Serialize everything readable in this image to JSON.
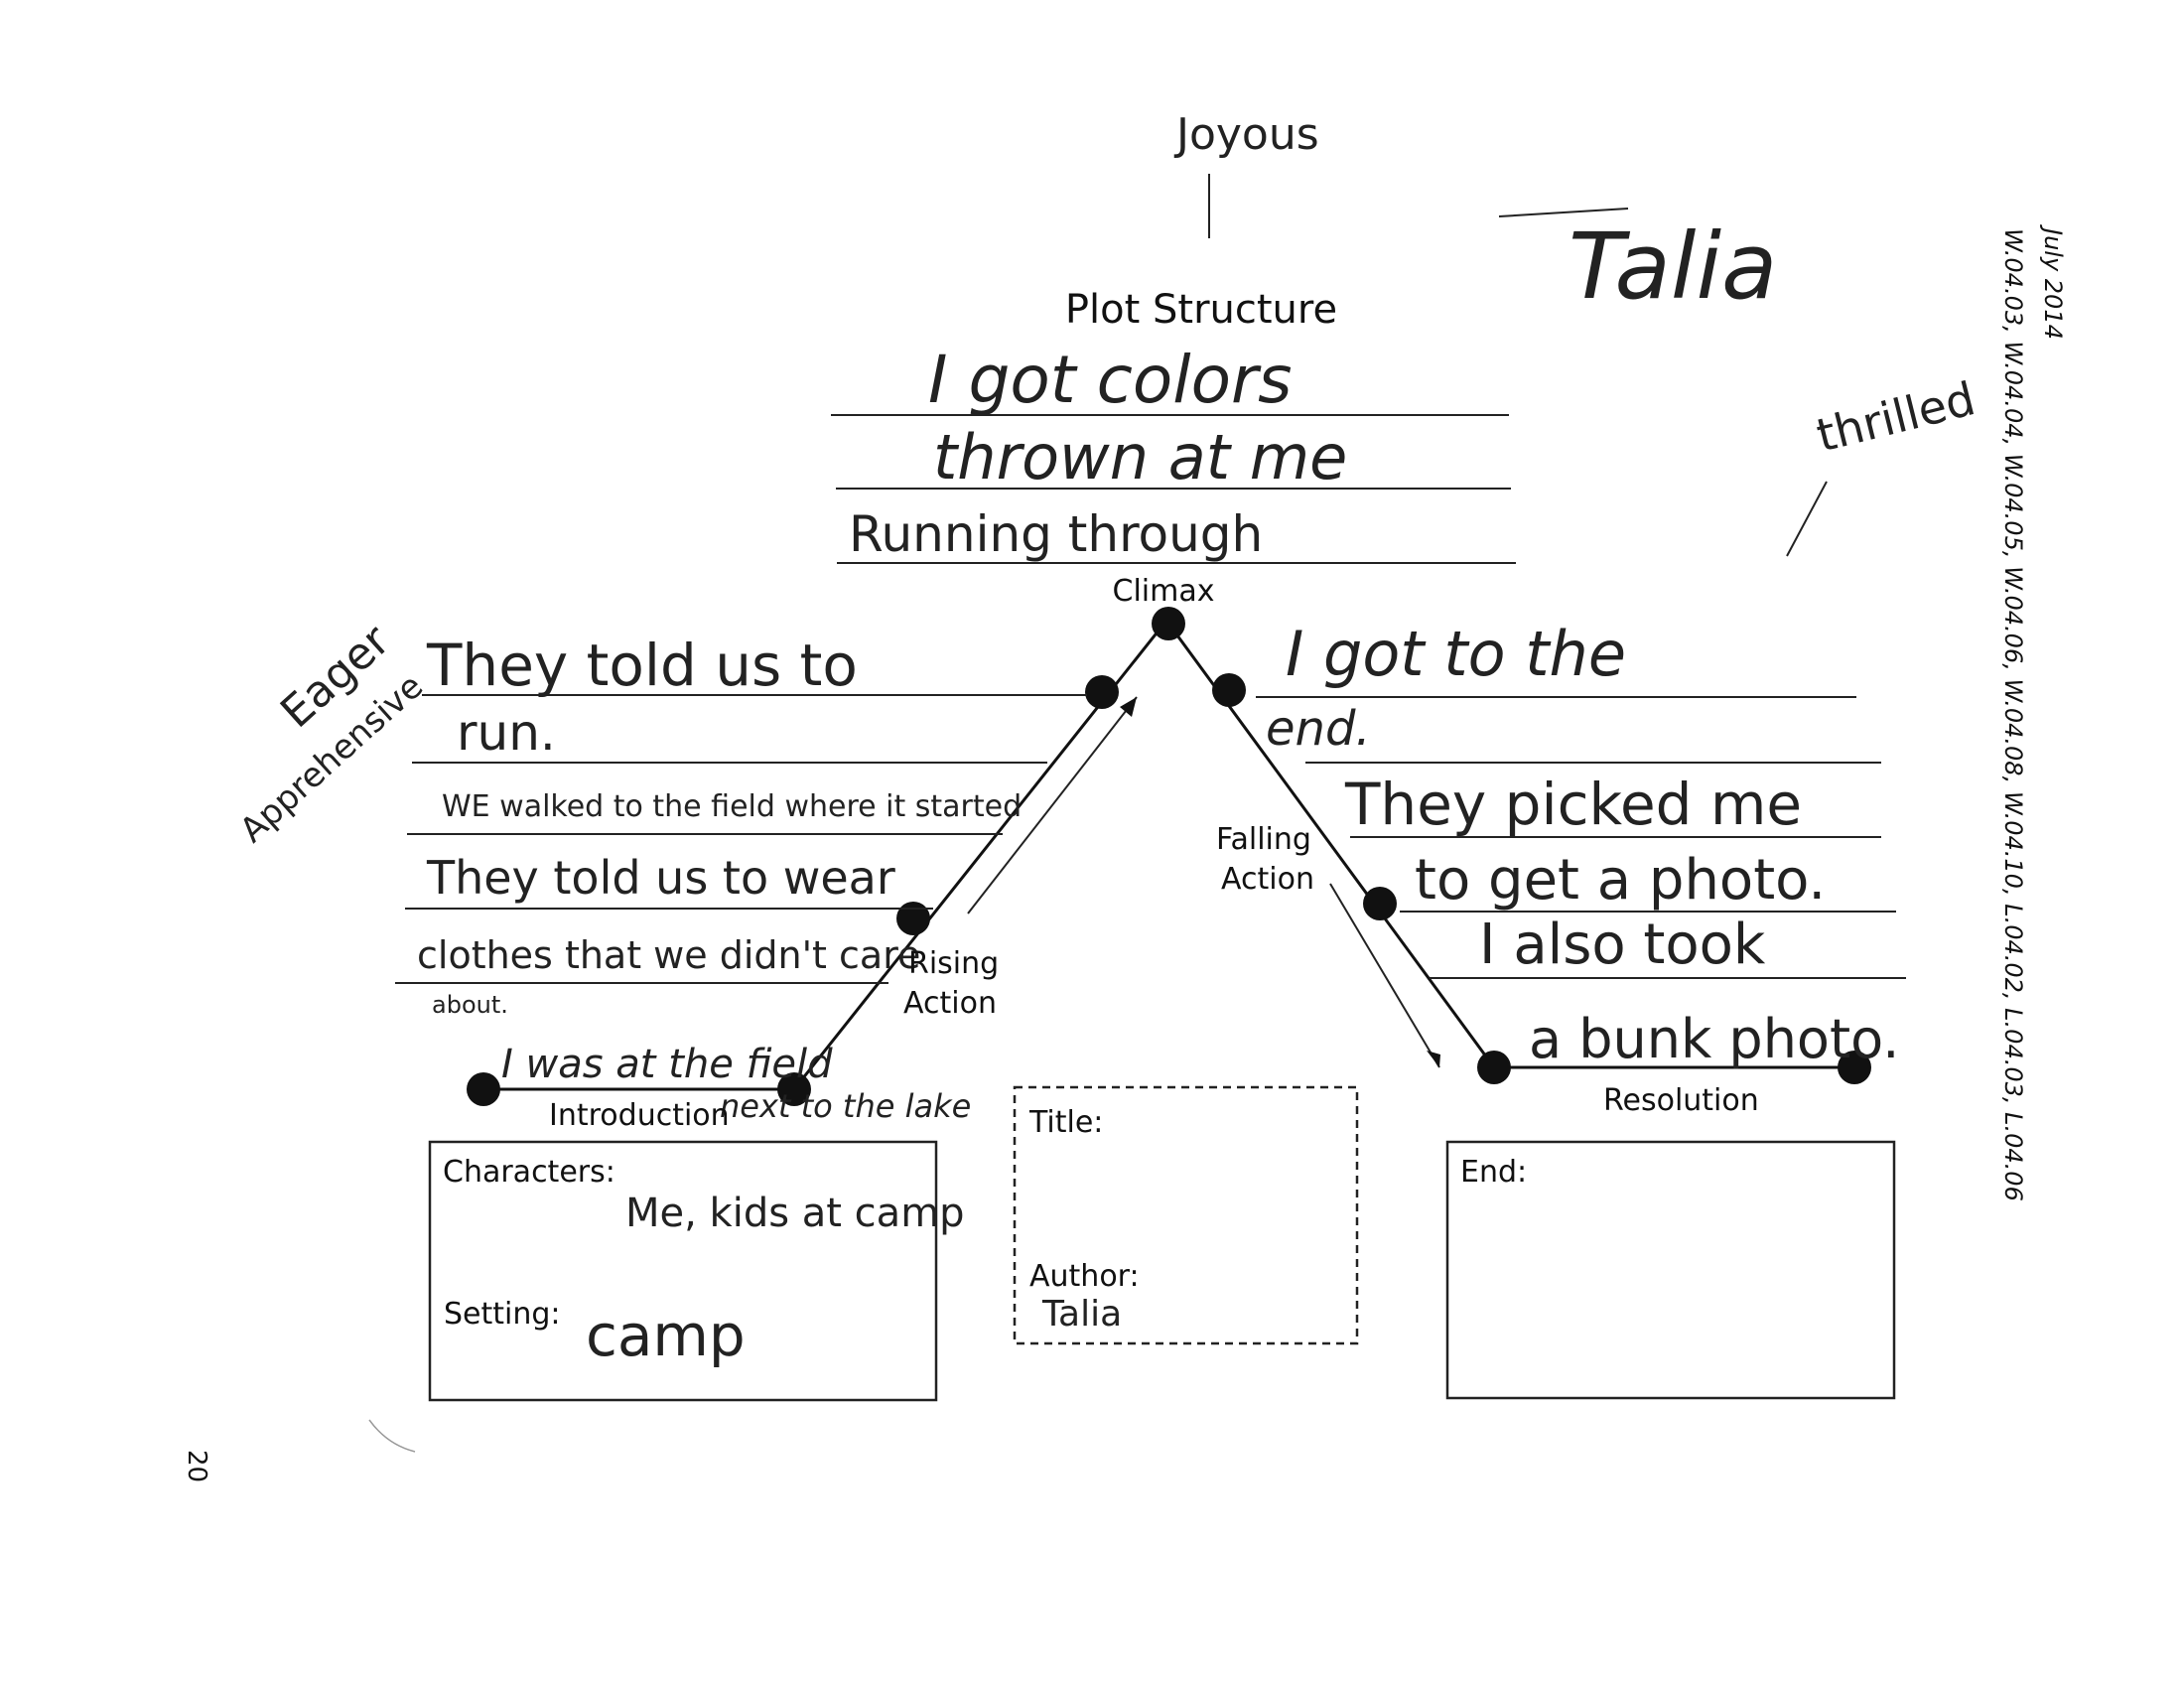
{
  "worksheet": {
    "title": "Plot Structure",
    "standards_date": "July 2014",
    "standards": "W.04.03, W.04.04, W.04.05, W.04.06, W.04.08, W.04.10, L.04.02, L.04.03, L.04.06",
    "page_number": "20"
  },
  "labels": {
    "climax": "Climax",
    "rising_action": [
      "Rising",
      "Action"
    ],
    "falling_action": [
      "Falling",
      "Action"
    ],
    "introduction": "Introduction",
    "resolution": "Resolution",
    "characters": "Characters:",
    "setting": "Setting:",
    "title_field": "Title:",
    "author_field": "Author:",
    "end_field": "End:"
  },
  "handwriting": {
    "name": "Talia",
    "emotion_top": "Joyous",
    "emotion_right": "thrilled",
    "emotion_left_1": "Eager",
    "emotion_left_2": "Apprehensive",
    "climax_lines": [
      "I got colors",
      "thrown at me",
      "Running through"
    ],
    "rising_lines": [
      "They told us to",
      "run.",
      "WE walked to the field where it started",
      "They told us to wear",
      "clothes that we didn't care",
      "about."
    ],
    "intro_lines": [
      "I was at the field",
      "next to the lake"
    ],
    "falling_lines": [
      "I got to the",
      "end.",
      "They picked me",
      "to get a photo.",
      "I also took",
      "a bunk photo."
    ],
    "characters_value": "Me, kids at camp",
    "setting_value": "camp",
    "author_value": "Talia"
  }
}
